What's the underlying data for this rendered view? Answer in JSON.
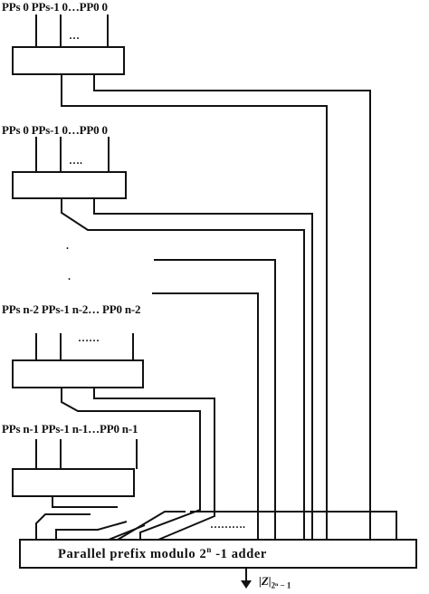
{
  "rows": [
    {
      "label": "PPs 0 PPs-1 0…PP0 0",
      "dots": "…"
    },
    {
      "label": "PPs 0 PPs-1 0…PP0 0",
      "dots": "…."
    },
    {
      "label": "PPs n-2 PPs-1 n-2… PP0 n-2",
      "dots": "……"
    },
    {
      "label": "PPs n-1 PPs-1 n-1…PP0 n-1",
      "dots": ""
    }
  ],
  "vertical_ellipsis": [
    ".",
    "."
  ],
  "bus_dots": "……….",
  "adder": {
    "text_before": "Parallel prefix modulo 2",
    "superscript": "n",
    "text_after": " -1 adder"
  },
  "output": {
    "prefix": "|Z|",
    "subscript": "2ⁿ − 1"
  }
}
